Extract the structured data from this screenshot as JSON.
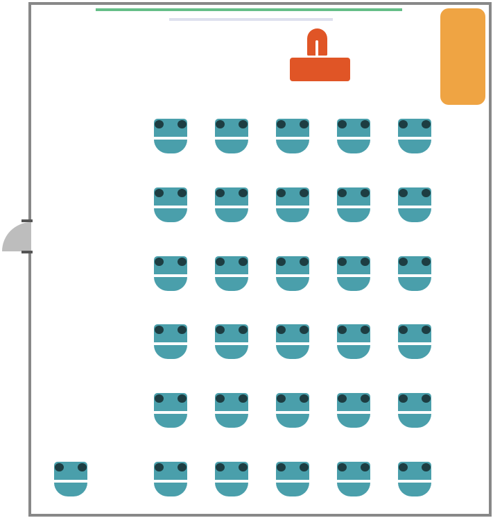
{
  "room": {
    "wall_color": "#888888"
  },
  "door": {
    "swing_color": "#bdbdbd",
    "hinge_color": "#555555"
  },
  "whiteboard": {
    "color": "#66bf88"
  },
  "screen": {
    "color": "#dde0ee"
  },
  "teacher": {
    "desk_color": "#e05526",
    "chair_color": "#e05526"
  },
  "cabinet": {
    "color": "#efa443"
  },
  "student_desks": {
    "color": "#4a9fab",
    "knob_color": "#1d3d42",
    "grid_rows": 6,
    "grid_cols": 5,
    "extra_desks": 1
  }
}
